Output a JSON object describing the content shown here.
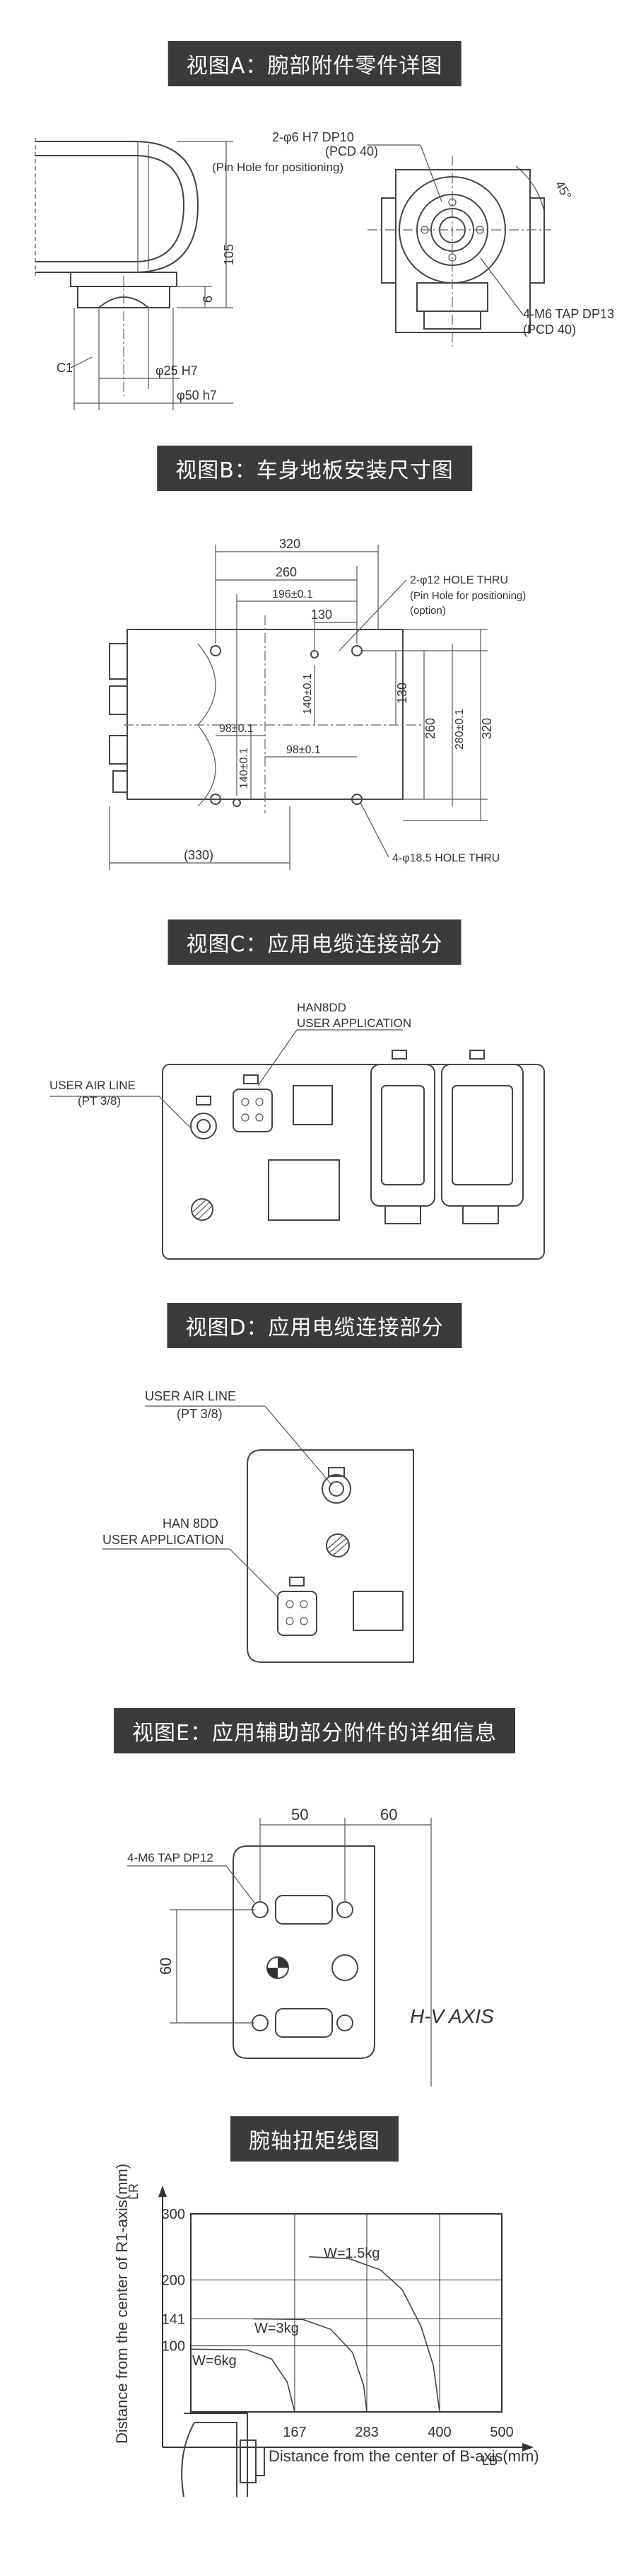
{
  "sections": {
    "a": {
      "title": "视图A：腕部附件零件详图",
      "pin_hole": "2-φ6 H7 DP10",
      "pin_pcd": "(PCD 40)",
      "pin_note": "(Pin Hole for positioning)",
      "dim_105": "105",
      "dim_6": "6",
      "dim_c1": "C1",
      "dim_d25": "φ25 H7",
      "dim_d50": "φ50 h7",
      "angle": "45°",
      "tap": "4-M6 TAP DP13",
      "tap_pcd": "(PCD 40)"
    },
    "b": {
      "title": "视图B：车身地板安装尺寸图",
      "d320": "320",
      "d260": "260",
      "d196": "196±0.1",
      "d130": "130",
      "d98a": "98±0.1",
      "d98b": "98±0.1",
      "d140a": "140±0.1",
      "d140b": "140±0.1",
      "v130": "130",
      "v260": "260",
      "v280": "280±0.1",
      "v320": "320",
      "d330": "(330)",
      "hole12": "2-φ12 HOLE THRU",
      "hole12_note1": "(Pin Hole for positioning)",
      "hole12_note2": "(option)",
      "hole18": "4-φ18.5 HOLE THRU"
    },
    "c": {
      "title": "视图C：应用电缆连接部分",
      "han": "HAN8DD",
      "user_app": "USER APPLICATION",
      "air_line": "USER AIR LINE",
      "air_pt": "(PT 3/8)"
    },
    "d": {
      "title": "视图D：应用电缆连接部分",
      "air_line": "USER AIR LINE",
      "air_pt": "(PT 3/8)",
      "han": "HAN 8DD",
      "user_app": "USER APPLICATION"
    },
    "e": {
      "title": "视图E：应用辅助部分附件的详细信息",
      "tap": "4-M6 TAP DP12",
      "d50": "50",
      "d60": "60",
      "v60": "60",
      "axis": "H-V AXIS"
    },
    "f": {
      "title": "腕轴扭矩线图"
    }
  },
  "chart_data": {
    "type": "line",
    "title": "腕轴扭矩线图",
    "xlabel": "Distance from the center of B-axis(mm)",
    "ylabel": "Distance from the center of R1-axis(mm)",
    "x_axis_tag": "LB",
    "y_axis_tag": "LR",
    "xlim": [
      0,
      500
    ],
    "ylim": [
      0,
      300
    ],
    "x_ticks": [
      "167",
      "283",
      "400",
      "500"
    ],
    "y_ticks": [
      "100",
      "141",
      "200",
      "300"
    ],
    "grid": true,
    "series": [
      {
        "name": "W=1.5kg",
        "x": [
          190,
          255,
          305,
          340,
          370,
          390,
          400
        ],
        "y": [
          235,
          232,
          215,
          185,
          130,
          70,
          0
        ]
      },
      {
        "name": "W=3kg",
        "x": [
          100,
          180,
          225,
          260,
          278,
          283
        ],
        "y": [
          141,
          140,
          125,
          90,
          40,
          0
        ]
      },
      {
        "name": "W=6kg",
        "x": [
          0,
          90,
          130,
          155,
          167
        ],
        "y": [
          95,
          94,
          80,
          45,
          0
        ]
      }
    ]
  }
}
